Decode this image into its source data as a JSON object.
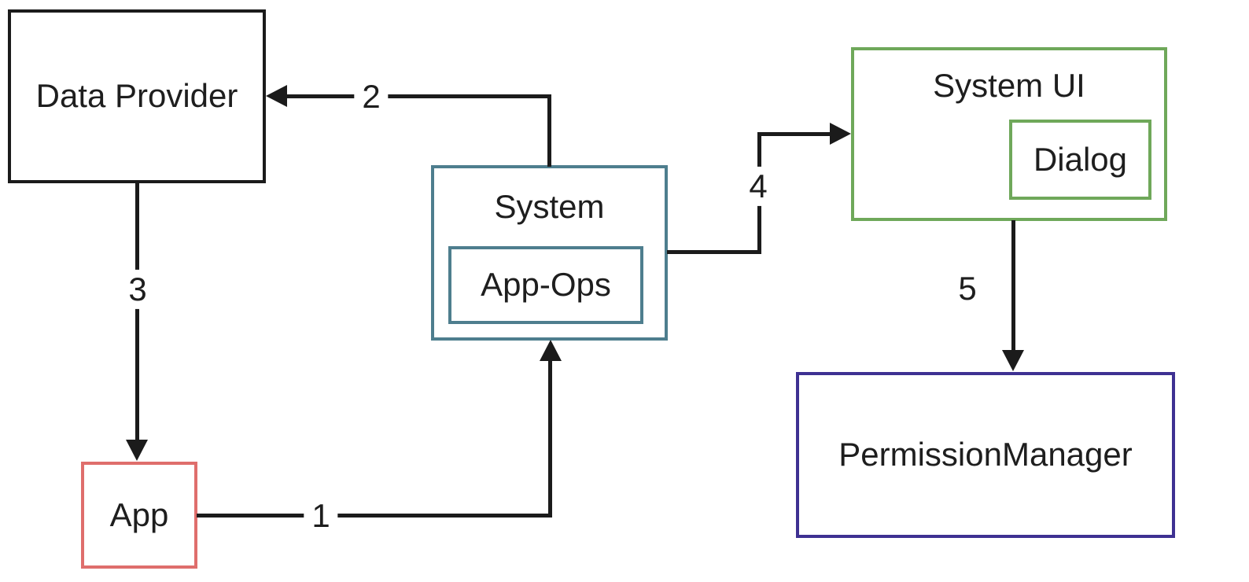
{
  "diagram_type": "flow-diagram",
  "nodes": {
    "data_provider": {
      "label": "Data Provider",
      "border_color": "#1b1b1b"
    },
    "app": {
      "label": "App",
      "border_color": "#df6e6c"
    },
    "system": {
      "label": "System",
      "border_color": "#4e7e8e"
    },
    "app_ops": {
      "label": "App-Ops",
      "border_color": "#4e7e8e"
    },
    "system_ui": {
      "label": "System UI",
      "border_color": "#6fa85a"
    },
    "dialog": {
      "label": "Dialog",
      "border_color": "#6fa85a"
    },
    "permission_manager": {
      "label": "PermissionManager",
      "border_color": "#3e3192"
    }
  },
  "edges": {
    "e1": {
      "label": "1",
      "from": "app",
      "to": "system"
    },
    "e2": {
      "label": "2",
      "from": "system",
      "to": "data_provider"
    },
    "e3": {
      "label": "3",
      "from": "data_provider",
      "to": "app"
    },
    "e4": {
      "label": "4",
      "from": "system",
      "to": "system_ui"
    },
    "e5": {
      "label": "5",
      "from": "system_ui",
      "to": "permission_manager"
    }
  },
  "colors": {
    "background": "#ffffff",
    "line": "#1b1b1b",
    "text": "#1e1e1e",
    "accent_teal": "#4e7e8e",
    "accent_green": "#6fa85a",
    "accent_red": "#df6e6c",
    "accent_purple": "#3e3192",
    "accent_black": "#1b1b1b"
  }
}
